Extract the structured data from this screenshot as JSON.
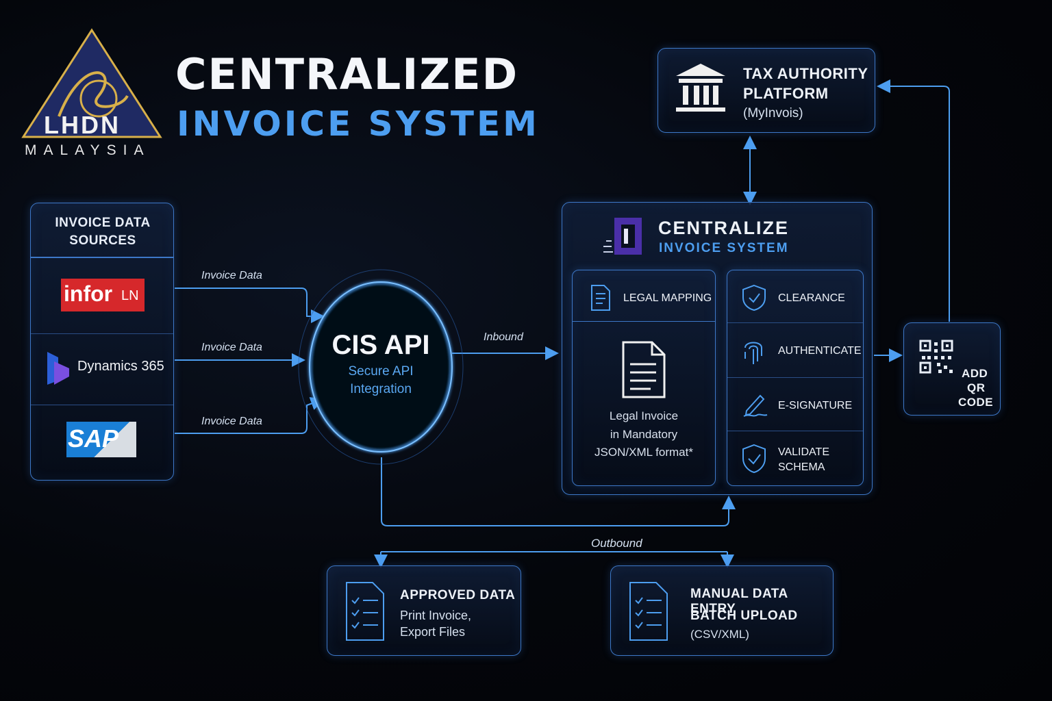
{
  "logo": {
    "letters": "LHDN",
    "country": "MALAYSIA"
  },
  "header": {
    "line1": "CENTRALIZED",
    "line2": "INVOICE SYSTEM"
  },
  "sources": {
    "title_line1": "INVOICE DATA",
    "title_line2": "SOURCES",
    "items": [
      {
        "name": "infor",
        "suffix": "LN",
        "icon": "infor-logo"
      },
      {
        "name": "Dynamics 365",
        "icon": "dynamics-365-logo"
      },
      {
        "name": "SAP",
        "icon": "sap-logo"
      }
    ]
  },
  "flows": {
    "invoice_data": [
      "Invoice Data",
      "Invoice Data",
      "Invoice Data"
    ],
    "inbound": "Inbound",
    "outbound": "Outbound"
  },
  "api": {
    "title": "CIS API",
    "sub_line1": "Secure API",
    "sub_line2": "Integration"
  },
  "cis": {
    "title_line1": "CENTRALIZE",
    "title_line2": "INVOICE SYSTEM",
    "legal_mapping": "LEGAL MAPPING",
    "legal_invoice_line1": "Legal Invoice",
    "legal_invoice_line2": "in Mandatory",
    "legal_invoice_line3": "JSON/XML format*",
    "steps": [
      {
        "label": "CLEARANCE",
        "icon": "shield-check-icon"
      },
      {
        "label": "AUTHENTICATE",
        "icon": "fingerprint-icon"
      },
      {
        "label": "E-SIGNATURE",
        "icon": "pen-signature-icon"
      },
      {
        "label_line1": "VALIDATE",
        "label_line2": "SCHEMA",
        "icon": "shield-tick-icon"
      }
    ]
  },
  "tax": {
    "line1": "TAX AUTHORITY",
    "line2": "PLATFORM",
    "line3": "(MyInvois)"
  },
  "qr": {
    "line1": "ADD",
    "line2": "QR",
    "line3": "CODE"
  },
  "approved": {
    "title": "APPROVED DATA",
    "line1": "Print Invoice,",
    "line2": "Export Files"
  },
  "manual": {
    "title": "MANUAL DATA ENTRY",
    "line2": "BATCH UPLOAD",
    "line3": "(CSV/XML)"
  },
  "colors": {
    "accent": "#4d9ef0",
    "border": "#3d78c8",
    "gold": "#d8b04a",
    "infor_red": "#d6282b",
    "sap_blue": "#1a7fd6"
  }
}
